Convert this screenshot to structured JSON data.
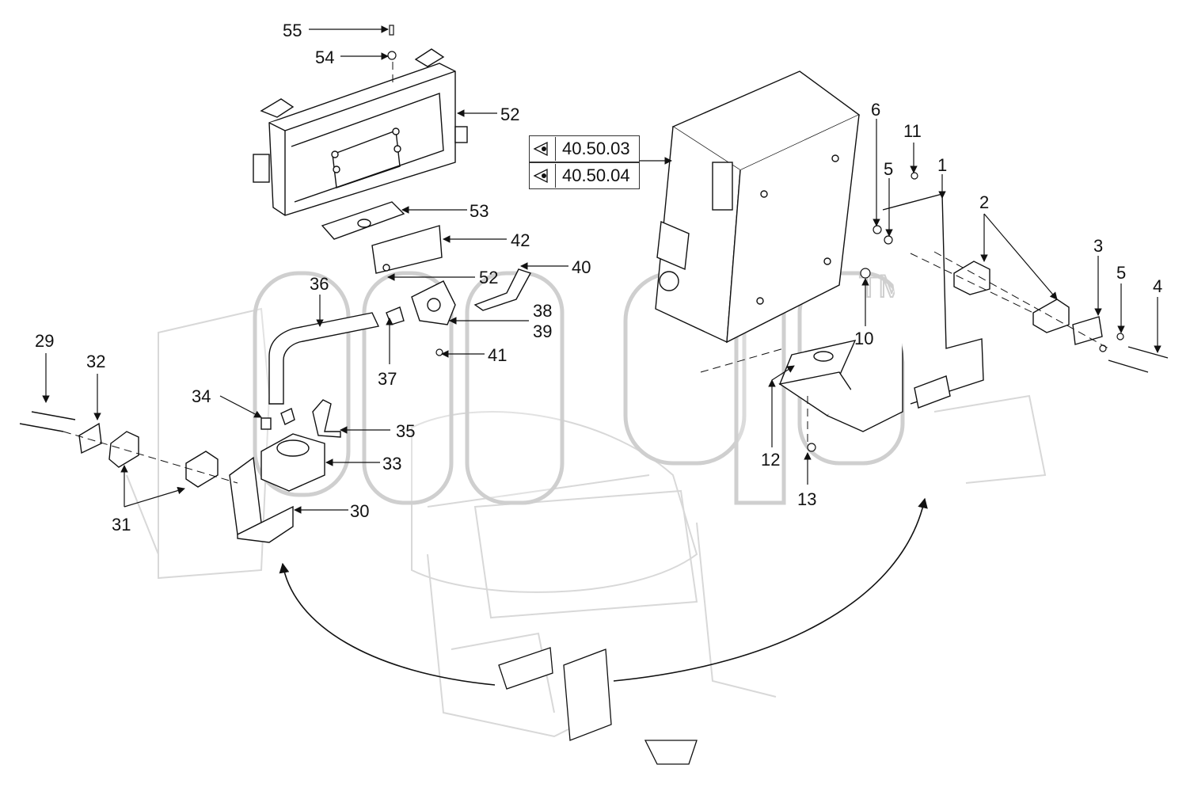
{
  "diagram": {
    "part_labels": [
      "55",
      "54",
      "52",
      "53",
      "42",
      "52",
      "40",
      "36",
      "38",
      "39",
      "41",
      "37",
      "34",
      "35",
      "33",
      "30",
      "29",
      "32",
      "31",
      "6",
      "11",
      "5",
      "1",
      "2",
      "3",
      "5",
      "4",
      "10",
      "12",
      "13"
    ],
    "cross_references": [
      "40.50.03",
      "40.50.04"
    ],
    "watermark": "anfdp",
    "watermark_tm": "TM"
  }
}
